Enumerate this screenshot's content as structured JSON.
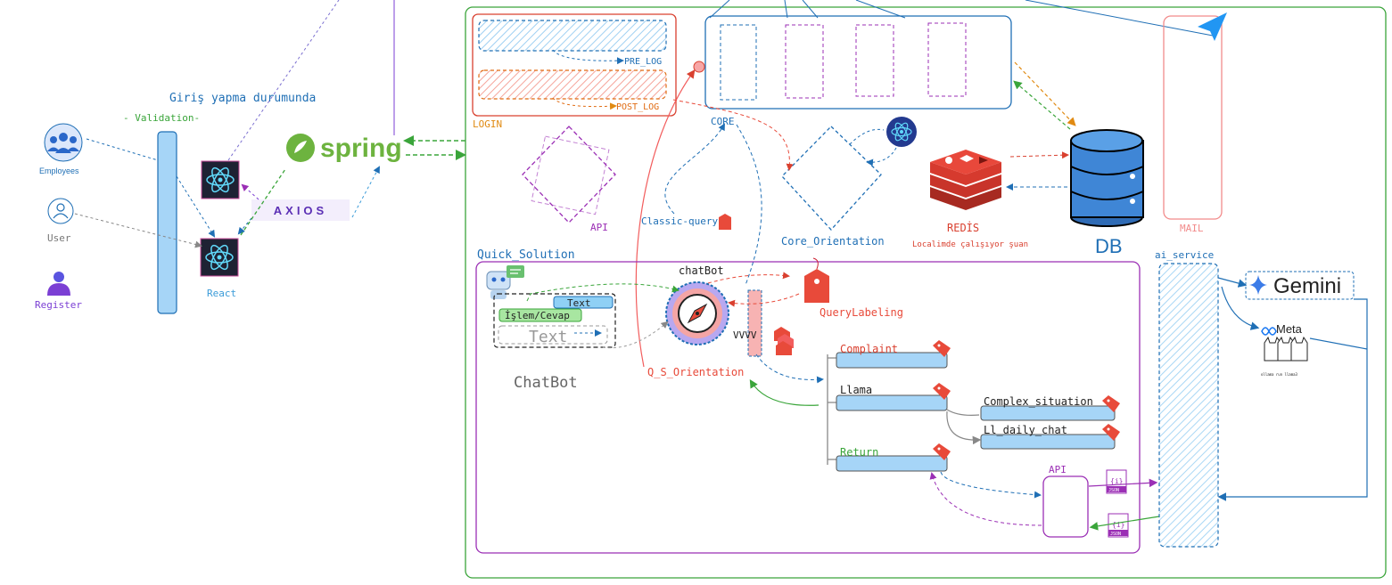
{
  "left": {
    "title": "Giriş yapma durumunda",
    "subtitle": "- Validation-",
    "employees": "Employees",
    "user": "User",
    "register": "Register",
    "react": "React"
  },
  "middle": {
    "spring": "spring",
    "axios": "AXIOS"
  },
  "login": {
    "label": "LOGIN",
    "pre": "PRE_LOG",
    "post": "POST_LOG"
  },
  "core": {
    "label": "CORE",
    "orientation": "Core_Orientation",
    "api": "API",
    "classic": "Classic-query"
  },
  "redis": {
    "name": "REDİS",
    "note": "Localimde çalışıyor şuan"
  },
  "db": "DB",
  "mail": "MAIL",
  "quick": {
    "label": "Quick_Solution",
    "chatbot_title": "chatBot",
    "chatbot_label": "ChatBot",
    "text1": "Text",
    "text2": "İşlem/Cevap",
    "text3": "Text",
    "labeling": "QueryLabeling",
    "orientation": "Q_S_Orientation",
    "complaint": "Complaint",
    "llama": "Llama",
    "complex": "Complex_situation",
    "daily": "Ll_daily_chat",
    "return": "Return",
    "api": "API",
    "json": "JSON"
  },
  "ai": {
    "label": "ai_service",
    "gemini": "Gemini",
    "meta": "Meta",
    "ollama": "ollama run llama3"
  },
  "colors": {
    "green": "#3aa53a",
    "blue": "#1f6fb5",
    "purple": "#9b2fb5",
    "red": "#d9402f",
    "orange": "#e06b12",
    "lightblue": "#a6d5f7"
  }
}
